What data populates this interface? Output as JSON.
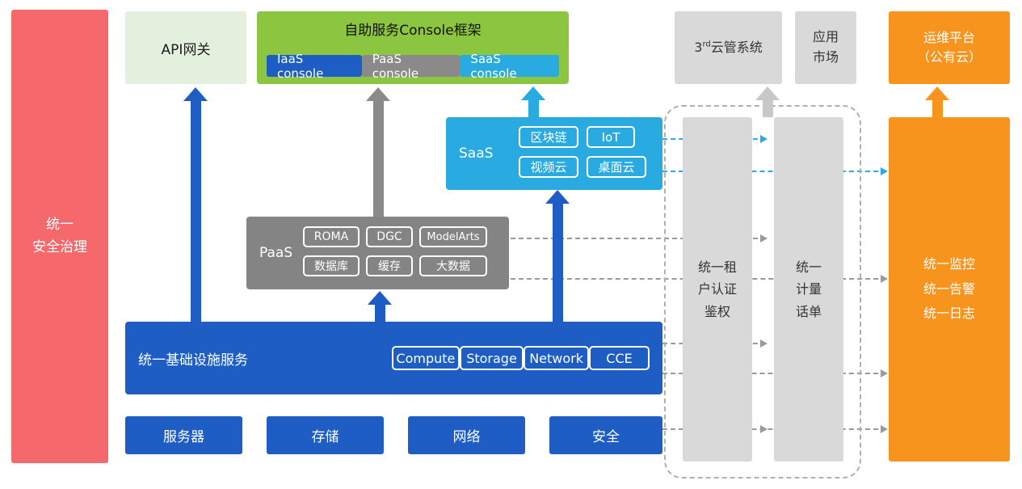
{
  "palette": {
    "blue": "#1E5EC4",
    "cyan": "#29ABE2",
    "green": "#8CC540",
    "light_green": "#E4F0DE",
    "gray": "#848484",
    "light_gray": "#D9D9D9",
    "orange": "#F7941E",
    "red": "#F5696C"
  },
  "left_bar": {
    "label": "统一\n安全治理"
  },
  "top": {
    "api_gateway": {
      "label": "API网关"
    },
    "console_frame": {
      "title": "自助服务Console框架",
      "consoles": [
        {
          "label": "IaaS console",
          "color": "#1E5EC4"
        },
        {
          "label": "PaaS console",
          "color": "#8A8A8A"
        },
        {
          "label": "SaaS console",
          "color": "#29ABE2"
        }
      ]
    },
    "third_party_cms": {
      "prefix": "3",
      "sup": "rd",
      "rest": "云管系统"
    },
    "app_market": {
      "label": "应用\n市场"
    },
    "ops_platform": {
      "label": "运维平台\n（公有云）"
    }
  },
  "layers": {
    "saas": {
      "label": "SaaS",
      "items": [
        "区块链",
        "IoT",
        "视频云",
        "桌面云"
      ]
    },
    "paas": {
      "label": "PaaS",
      "items": [
        "ROMA",
        "DGC",
        "ModelArts",
        "数据库",
        "缓存",
        "大数据"
      ]
    },
    "infra": {
      "label": "统一基础设施服务",
      "items": [
        "Compute",
        "Storage",
        "Network",
        "CCE"
      ]
    }
  },
  "bottom_row": [
    "服务器",
    "存储",
    "网络",
    "安全"
  ],
  "right_bars": {
    "auth": {
      "label": "统一租\n户认证\n鉴权"
    },
    "billing": {
      "label": "统一\n计量\n话单"
    },
    "monitoring": {
      "label": "统一监控\n统一告警\n统一日志"
    }
  }
}
